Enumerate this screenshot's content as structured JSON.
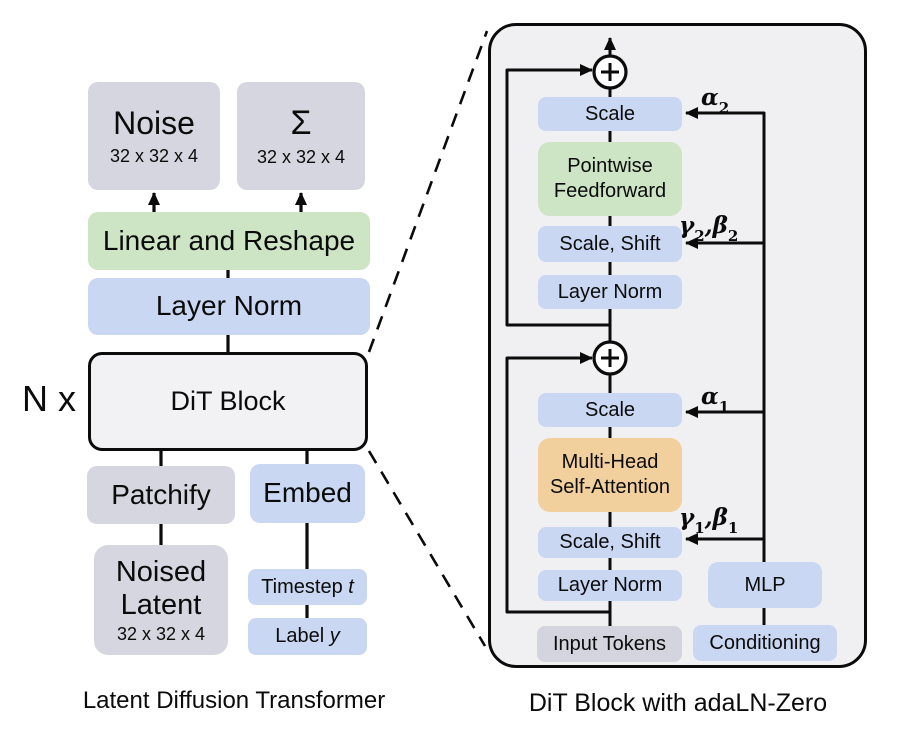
{
  "left": {
    "nx": "N x",
    "noise": {
      "label": "Noise",
      "dims": "32 x 32 x 4"
    },
    "sigma": {
      "label": "Σ",
      "dims": "32 x 32 x 4"
    },
    "linear": {
      "label": "Linear and Reshape"
    },
    "layer_norm": {
      "label": "Layer Norm"
    },
    "dit_block": {
      "label": "DiT Block"
    },
    "patchify": {
      "label": "Patchify"
    },
    "embed": {
      "label": "Embed"
    },
    "noised_latent": {
      "line1": "Noised",
      "line2": "Latent",
      "dims": "32 x 32 x 4"
    },
    "timestep": {
      "text": "Timestep ",
      "var": "t"
    },
    "label_y": {
      "text": "Label ",
      "var": "y"
    },
    "caption": "Latent Diffusion Transformer"
  },
  "right": {
    "scale_top": "Scale",
    "pointwise": {
      "line1": "Pointwise",
      "line2": "Feedforward"
    },
    "scale_shift_top": "Scale, Shift",
    "layer_norm_top": "Layer Norm",
    "scale_bottom": "Scale",
    "mhsa": {
      "line1": "Multi-Head",
      "line2": "Self-Attention"
    },
    "scale_shift_bottom": "Scale, Shift",
    "layer_norm_bottom": "Layer Norm",
    "input_tokens": "Input Tokens",
    "mlp": "MLP",
    "conditioning": "Conditioning",
    "cond": {
      "alpha2": {
        "t": "α",
        "s": "2"
      },
      "gamma_beta2": {
        "t1": "γ",
        "s1": "2",
        "t2": ",β",
        "s2": "2"
      },
      "alpha1": {
        "t": "α",
        "s": "1"
      },
      "gamma_beta1": {
        "t1": "γ",
        "s1": "1",
        "t2": ",β",
        "s2": "1"
      }
    },
    "caption": "DiT Block with adaLN-Zero"
  },
  "colors": {
    "blue": "#c9d7f3",
    "green": "#cde4c5",
    "gray": "#d6d6e0",
    "gray_dark": "#d3d4dd",
    "orange": "#f1d09e",
    "panel_fill": "#f0f0f2",
    "dit_fill": "#f2f2f4",
    "line": "#0b0b0b"
  }
}
